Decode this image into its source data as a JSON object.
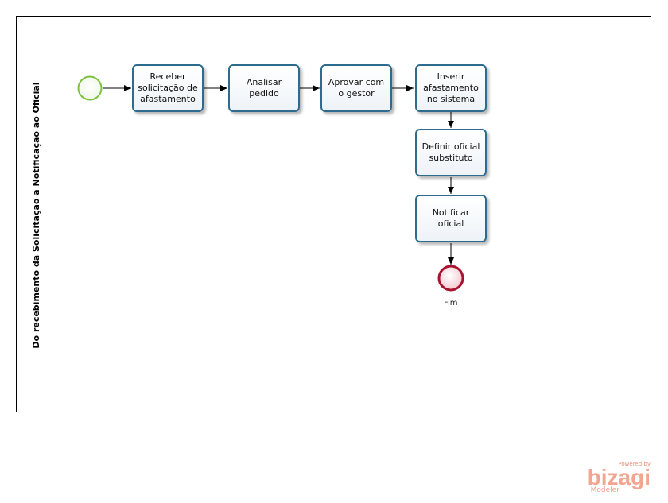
{
  "pool": {
    "title": "Do recebimento da Solicitação a Notificação ao Oficial"
  },
  "tasks": {
    "receber": "Receber solicitação de afastamento",
    "analisar": "Analisar pedido",
    "aprovar": "Aprovar com o gestor",
    "inserir": "Inserir afastamento no sistema",
    "definir": "Definir oficial substituto",
    "notificar": "Notificar oficial"
  },
  "events": {
    "end_label": "Fim"
  },
  "colors": {
    "task_border": "#2e6b8f",
    "start_event": "#7dc242",
    "end_event": "#a8132f",
    "logo": "#f2a591"
  },
  "branding": {
    "powered_by": "Powered by",
    "brand": "bizagi",
    "product": "Modeler"
  }
}
